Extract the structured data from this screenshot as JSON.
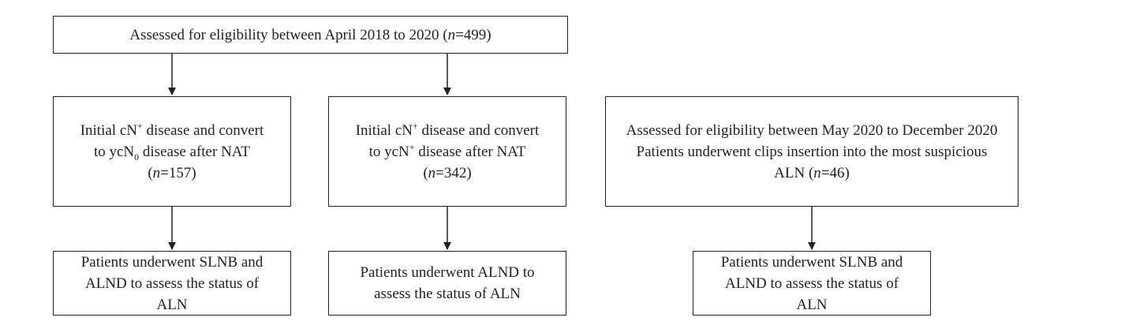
{
  "top": {
    "text": "Assessed for eligibility between April 2018 to 2020 (",
    "n_label": "n",
    "n_value": "=499)"
  },
  "left_mid": {
    "l1a": "Initial cN",
    "l1sup": "+",
    "l1b": " disease and convert",
    "l2a": "to ycN",
    "l2sub": "0",
    "l2b": " disease after NAT",
    "l3a": "(",
    "n_label": "n",
    "l3b": "=157)"
  },
  "center_mid": {
    "l1a": "Initial cN",
    "l1sup": "+",
    "l1b": " disease and convert",
    "l2a": "to ycN",
    "l2sup": "+",
    "l2b": " disease after NAT",
    "l3a": "(",
    "n_label": "n",
    "l3b": "=342)"
  },
  "right_mid": {
    "l1": "Assessed for eligibility between May 2020 to December 2020",
    "l2": "Patients underwent clips insertion into the most suspicious",
    "l3a": "ALN (",
    "n_label": "n",
    "l3b": "=46)"
  },
  "left_bottom": {
    "l1": "Patients underwent SLNB and",
    "l2": "ALND to assess the status of",
    "l3": "ALN"
  },
  "center_bottom": {
    "l1": "Patients underwent ALND to",
    "l2": "assess the status of ALN"
  },
  "right_bottom": {
    "l1": "Patients underwent SLNB and",
    "l2": "ALND to assess the status of",
    "l3": "ALN"
  }
}
